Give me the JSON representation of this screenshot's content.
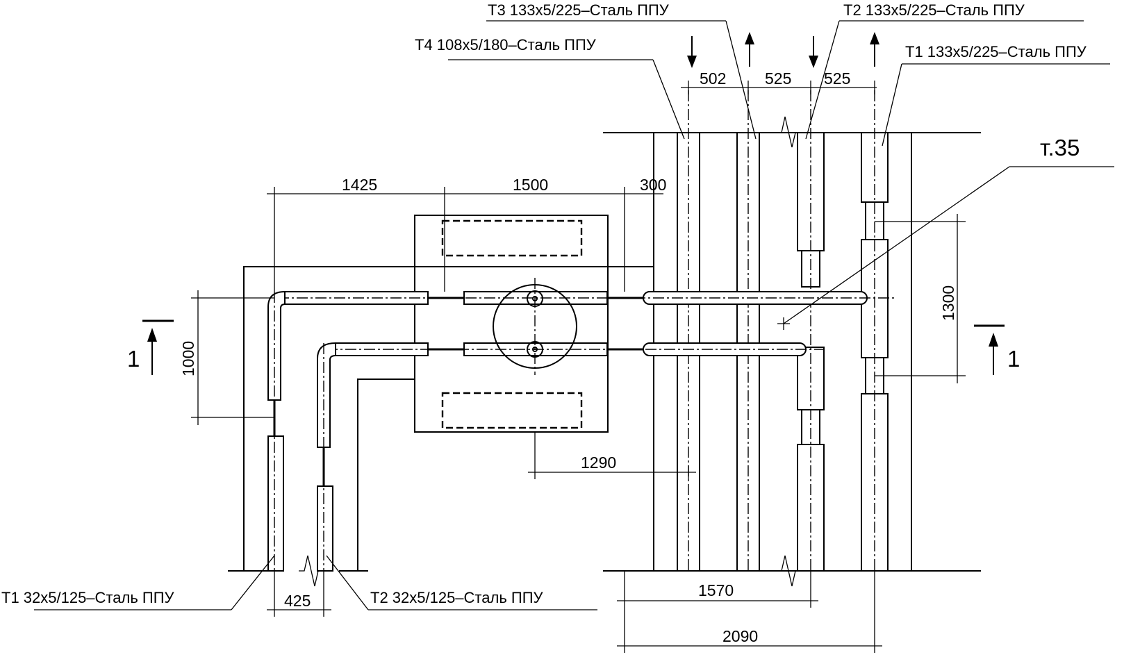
{
  "labels": {
    "t3_top": "Т3 133х5/225–Сталь ППУ",
    "t2_top": "Т2 133х5/225–Сталь ППУ",
    "t4_top": "Т4 108х5/180–Сталь ППУ",
    "t1_top": "Т1 133х5/225–Сталь ППУ",
    "t1_bottom": "Т1 32х5/125–Сталь ППУ",
    "t2_bottom": "Т2 32х5/125–Сталь ППУ",
    "point": "т.35"
  },
  "dimensions": {
    "d502": "502",
    "d525a": "525",
    "d525b": "525",
    "d1425": "1425",
    "d1500": "1500",
    "d300": "300",
    "d1000": "1000",
    "d1300": "1300",
    "d1290": "1290",
    "d425": "425",
    "d1570": "1570",
    "d2090": "2090"
  },
  "section_marks": {
    "left": "1",
    "right": "1"
  }
}
